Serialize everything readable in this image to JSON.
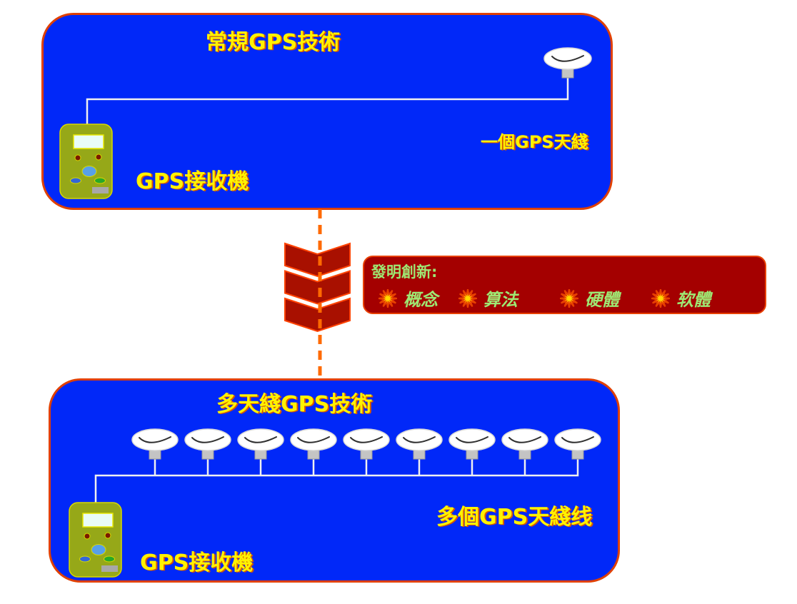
{
  "top_box": {
    "title": "常規GPS技術",
    "receiver_label": "GPS接收機",
    "antenna_label": "一個GPS天綫",
    "antenna_count": 1
  },
  "innovation_box": {
    "title": "發明創新:",
    "items": [
      {
        "icon": "starburst-icon",
        "label": "概念"
      },
      {
        "icon": "starburst-icon",
        "label": "算法"
      },
      {
        "icon": "starburst-icon",
        "label": "硬體"
      },
      {
        "icon": "starburst-icon",
        "label": "软體"
      }
    ]
  },
  "bottom_box": {
    "title": "多天綫GPS技術",
    "receiver_label": "GPS接收機",
    "antenna_label": "多個GPS天綫线",
    "antenna_count": 9
  },
  "colors": {
    "panel_blue": "#0128F8",
    "panel_border": "#E04000",
    "label_yellow": "#FFF200",
    "label_shadow": "#D85800",
    "innovation_fill": "#A40000",
    "innovation_border": "#E84000",
    "innovation_text_green": "#9EE873",
    "chevron_fill": "#A81000",
    "chevron_border": "#FF4300",
    "dashed_line_orange": "#FF6A00",
    "wire_white": "#F0F0F0",
    "receiver_olive": "#96A818",
    "star_yellow": "#FFD800",
    "star_orange": "#E84000"
  }
}
